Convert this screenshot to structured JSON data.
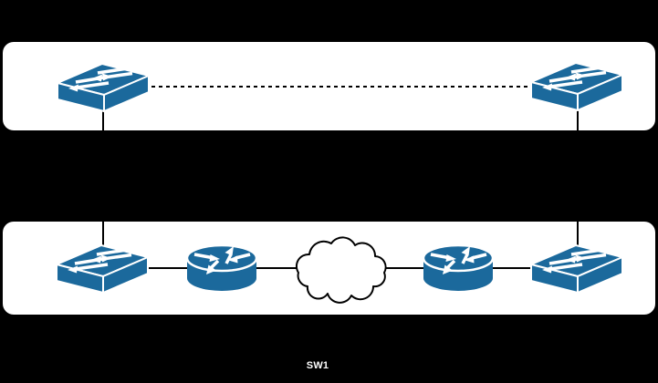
{
  "colors": {
    "background": "#000000",
    "panel": "#FFFFFF",
    "device": "#1B699C",
    "connector": "#000000",
    "label_text": "#FFFFFF"
  },
  "diagram": {
    "nodes": [
      {
        "id": "switch-top-left",
        "kind": "switch"
      },
      {
        "id": "switch-top-right",
        "kind": "switch"
      },
      {
        "id": "switch-bottom-left",
        "kind": "switch"
      },
      {
        "id": "router-left",
        "kind": "router"
      },
      {
        "id": "wan-cloud",
        "kind": "cloud"
      },
      {
        "id": "router-right",
        "kind": "router"
      },
      {
        "id": "switch-bottom-right",
        "kind": "switch"
      }
    ],
    "edges": [
      {
        "from": "switch-top-left",
        "to": "switch-top-right",
        "style": "dashed"
      },
      {
        "from": "switch-top-left",
        "to": "switch-bottom-left",
        "style": "solid"
      },
      {
        "from": "switch-top-right",
        "to": "switch-bottom-right",
        "style": "solid"
      },
      {
        "from": "switch-bottom-left",
        "to": "router-left",
        "style": "solid"
      },
      {
        "from": "router-left",
        "to": "wan-cloud",
        "style": "solid"
      },
      {
        "from": "wan-cloud",
        "to": "router-right",
        "style": "solid"
      },
      {
        "from": "router-right",
        "to": "switch-bottom-right",
        "style": "solid"
      }
    ]
  },
  "labels": {
    "sw1": "SW1"
  }
}
